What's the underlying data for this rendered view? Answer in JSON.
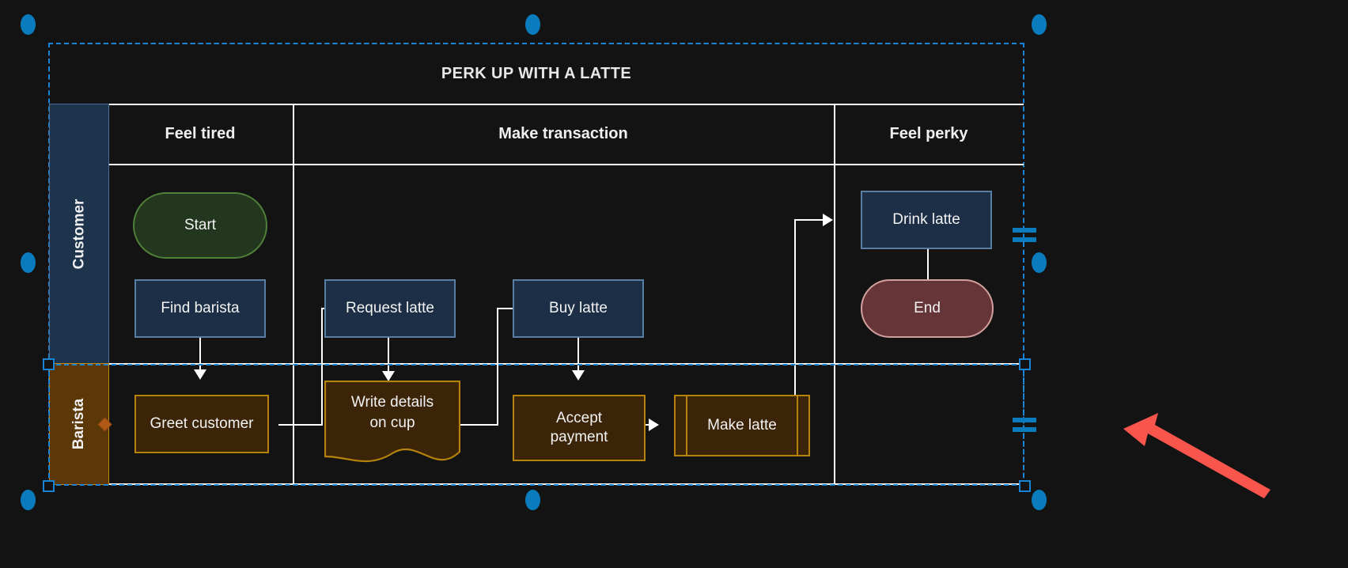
{
  "canvas": {
    "background_color": "#131313",
    "page_dots_color": "#0a7bbd",
    "selection_color": "#1884d6",
    "annotation_arrow_color": "#f8554d"
  },
  "diagram": {
    "title": "PERK UP WITH A LATTE",
    "type": "cross-functional-flowchart",
    "column_headers": [
      {
        "label": "Feel tired"
      },
      {
        "label": "Make transaction"
      },
      {
        "label": "Feel perky"
      }
    ],
    "lanes": [
      {
        "label": "Customer",
        "fill": "#1e344c",
        "stroke": "#4a6f96"
      },
      {
        "label": "Barista",
        "fill": "#5c3708",
        "stroke": "#c4870a"
      }
    ],
    "nodes": [
      {
        "id": "start",
        "label": "Start",
        "shape": "terminator",
        "lane": "Customer",
        "column": "Feel tired",
        "fill": "#23361e",
        "stroke": "#4f7f38"
      },
      {
        "id": "find",
        "label": "Find barista",
        "shape": "process",
        "lane": "Customer",
        "column": "Feel tired",
        "fill": "#1d2f46",
        "stroke": "#5b7da3"
      },
      {
        "id": "req",
        "label": "Request latte",
        "shape": "process",
        "lane": "Customer",
        "column": "Make transaction",
        "fill": "#1d2f46",
        "stroke": "#5b7da3"
      },
      {
        "id": "buy",
        "label": "Buy latte",
        "shape": "process",
        "lane": "Customer",
        "column": "Make transaction",
        "fill": "#1d2f46",
        "stroke": "#5b7da3"
      },
      {
        "id": "drink",
        "label": "Drink latte",
        "shape": "process",
        "lane": "Customer",
        "column": "Feel perky",
        "fill": "#1d2f46",
        "stroke": "#5b7da3"
      },
      {
        "id": "end",
        "label": "End",
        "shape": "terminator",
        "lane": "Customer",
        "column": "Feel perky",
        "fill": "#663538",
        "stroke": "#d3a0a0"
      },
      {
        "id": "greet",
        "label": "Greet customer",
        "shape": "process",
        "lane": "Barista",
        "column": "Feel tired",
        "fill": "#3b2408",
        "stroke": "#b5820b"
      },
      {
        "id": "write",
        "label": "Write details\non cup",
        "label_line1": "Write details",
        "label_line2": "on cup",
        "shape": "document",
        "lane": "Barista",
        "column": "Make transaction",
        "fill": "#3b2408",
        "stroke": "#b5820b"
      },
      {
        "id": "accept",
        "label": "Accept\npayment",
        "label_line1": "Accept",
        "label_line2": "payment",
        "shape": "process",
        "lane": "Barista",
        "column": "Make transaction",
        "fill": "#3b2408",
        "stroke": "#b5820b"
      },
      {
        "id": "make",
        "label": "Make latte",
        "shape": "predefined-process",
        "lane": "Barista",
        "column": "Make transaction",
        "fill": "#3b2408",
        "stroke": "#b5820b"
      }
    ],
    "edges": [
      {
        "from": "start",
        "to": "find"
      },
      {
        "from": "find",
        "to": "greet"
      },
      {
        "from": "greet",
        "to": "req"
      },
      {
        "from": "req",
        "to": "write"
      },
      {
        "from": "write",
        "to": "buy"
      },
      {
        "from": "buy",
        "to": "accept"
      },
      {
        "from": "accept",
        "to": "make"
      },
      {
        "from": "make",
        "to": "drink"
      },
      {
        "from": "drink",
        "to": "end"
      }
    ]
  },
  "selection": {
    "outer_target": "PERK UP WITH A LATTE",
    "inner_target": "Barista",
    "handle_types": [
      "corner-square",
      "side-resize-bars",
      "rotate-diamond"
    ]
  }
}
